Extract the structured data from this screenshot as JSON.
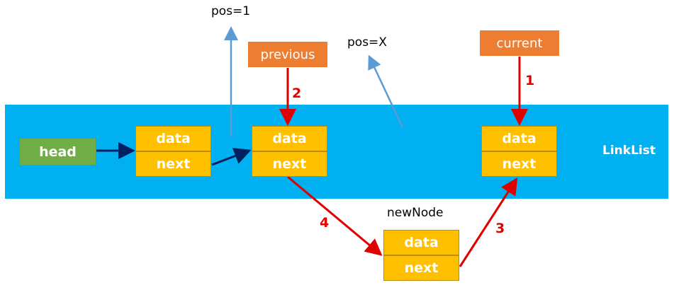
{
  "labels": {
    "pos_1": "pos=1",
    "pos_x": "pos=X",
    "previous": "previous",
    "current": "current",
    "head": "head",
    "new_node": "newNode",
    "link_list": "LinkList"
  },
  "nodes": [
    {
      "data": "data",
      "next": "next"
    },
    {
      "data": "data",
      "next": "next"
    },
    {
      "data": "data",
      "next": "next"
    },
    {
      "data": "data",
      "next": "next"
    }
  ],
  "steps": [
    "1",
    "2",
    "3",
    "4"
  ],
  "colors": {
    "band": "#00b0f0",
    "head": "#70ad47",
    "pointer_label": "#ed7d31",
    "node": "#ffc000",
    "step_arrow": "#e00000",
    "link_arrow": "#002060",
    "pos_arrow": "#5b9bd5"
  }
}
